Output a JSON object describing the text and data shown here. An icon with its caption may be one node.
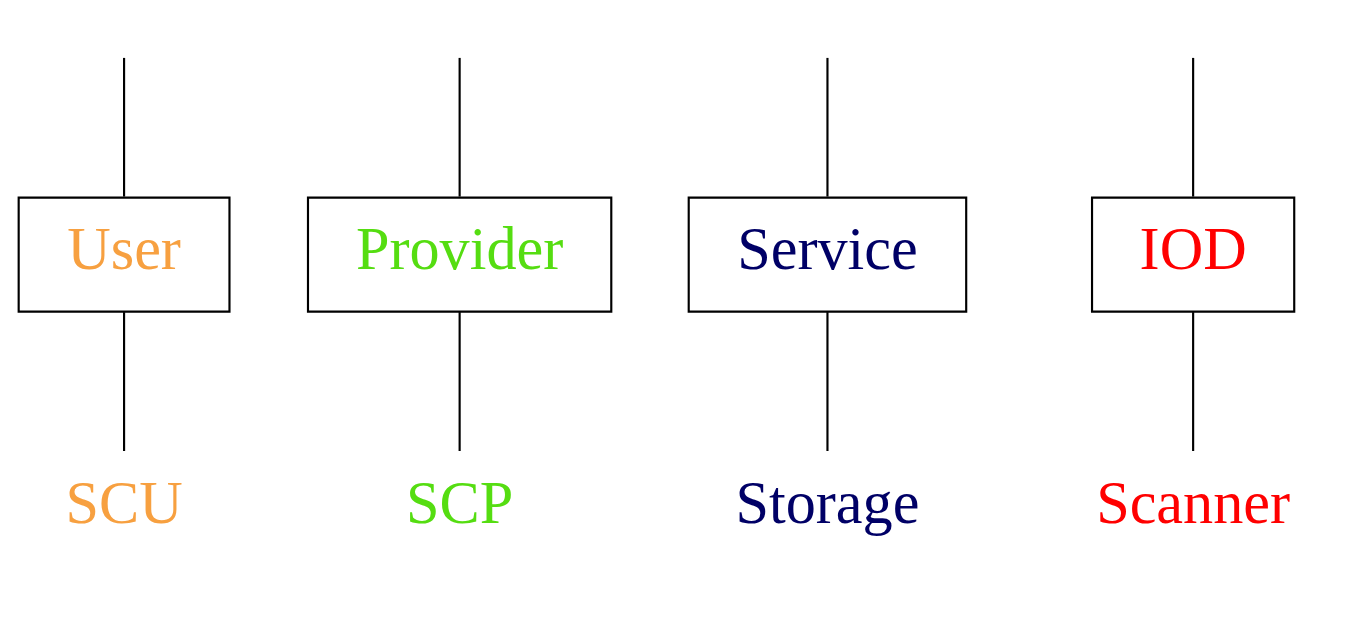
{
  "diagram": {
    "nodes": [
      {
        "text": [
          "User"
        ]
      },
      {
        "text": [
          "Provider"
        ]
      },
      {
        "text": [
          "Service"
        ]
      },
      {
        "text": [
          "IOD"
        ]
      },
      {
        "text": [
          "SCU"
        ]
      },
      {
        "text": [
          "SCP"
        ]
      },
      {
        "text": [
          "Storage"
        ]
      },
      {
        "text": [
          "Scanner"
        ]
      }
    ],
    "edges": [
      {
        "from": null,
        "to": 0,
        "arrow": "none"
      },
      {
        "from": null,
        "to": 1,
        "arrow": "none"
      },
      {
        "from": null,
        "to": 2,
        "arrow": "none"
      },
      {
        "from": null,
        "to": 3,
        "arrow": "none"
      },
      {
        "from": 0,
        "to": 4,
        "arrow": "none"
      },
      {
        "from": 1,
        "to": 5,
        "arrow": "none"
      },
      {
        "from": 2,
        "to": 6,
        "arrow": "none"
      },
      {
        "from": 3,
        "to": 7,
        "arrow": "none"
      }
    ]
  }
}
